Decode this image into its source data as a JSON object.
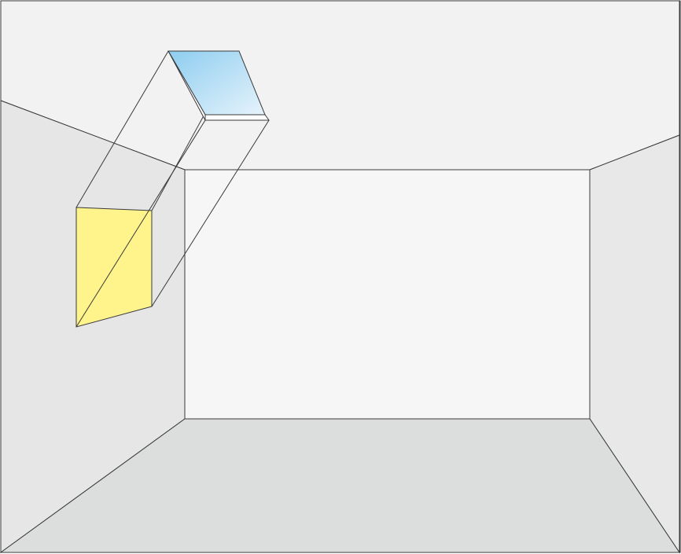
{
  "scene": {
    "type": "room-perspective-diagram",
    "parts": [
      "ceiling",
      "left-wall",
      "back-wall",
      "right-wall",
      "floor",
      "skylight",
      "light-shaft",
      "sunlit-patch"
    ],
    "colors": {
      "ceiling": "#f2f2f2",
      "left_wall": "#e6e6e6",
      "back_wall": "#f6f6f6",
      "right_wall": "#e8e8e8",
      "floor": "#dcdedd",
      "skylight_light": "#e6f3fb",
      "skylight_dark": "#8ecdf0",
      "sunlit_patch": "#fff38c",
      "line": "#3a3a3a"
    }
  }
}
